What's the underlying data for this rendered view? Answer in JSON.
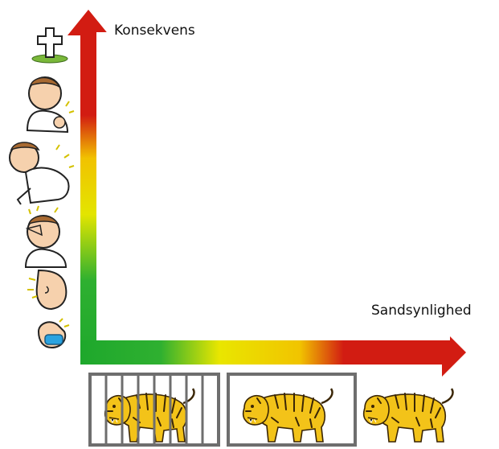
{
  "axes": {
    "y_label": "Konsekvens",
    "x_label": "Sandsynlighed"
  },
  "y_axis_icons": [
    {
      "name": "grave-cross-icon",
      "meaning": "death"
    },
    {
      "name": "boy-arm-injury-icon",
      "meaning": "serious injury"
    },
    {
      "name": "child-back-pain-icon",
      "meaning": "back injury"
    },
    {
      "name": "boy-head-pain-icon",
      "meaning": "head pain"
    },
    {
      "name": "stomach-pain-icon",
      "meaning": "minor pain"
    },
    {
      "name": "bandaged-finger-icon",
      "meaning": "scratch"
    }
  ],
  "x_axis_icons": [
    {
      "name": "tiger-in-cage-icon",
      "meaning": "caged tiger"
    },
    {
      "name": "tiger-in-enclosure-icon",
      "meaning": "enclosed tiger"
    },
    {
      "name": "free-tiger-icon",
      "meaning": "free tiger"
    }
  ],
  "colors": {
    "low": "#1ea82c",
    "medium": "#f2e600",
    "high": "#d21c12",
    "tiger_body": "#f3c319",
    "tiger_stripe": "#3a2606",
    "cage": "#6e6e6e"
  }
}
